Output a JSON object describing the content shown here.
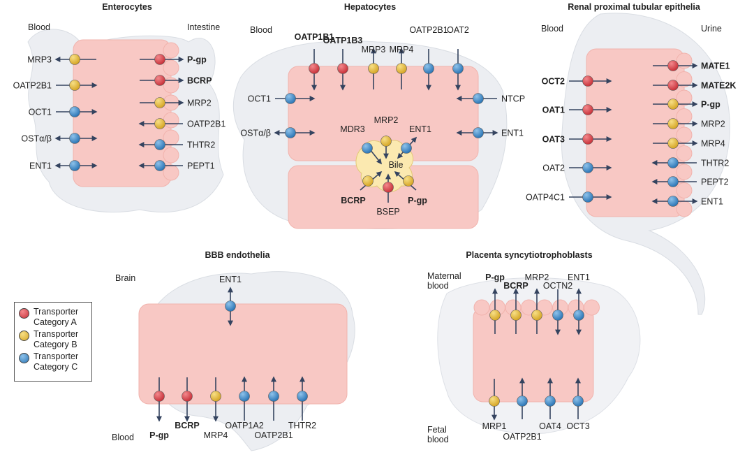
{
  "colors": {
    "cell": "#f8c8c4",
    "cell_stroke": "#f1b3ad",
    "organ": "#e6e9ee",
    "organ_stroke": "#cfd5dd",
    "arrow": "#34435f",
    "category_a": "#d9434a",
    "category_b": "#e7bd3c",
    "category_c": "#3c8bcb",
    "bile": "#fbe9b0"
  },
  "legend": {
    "items": [
      {
        "label": "Transporter Category A",
        "color": "#d9434a"
      },
      {
        "label": "Transporter Category B",
        "color": "#e7bd3c"
      },
      {
        "label": "Transporter Category C",
        "color": "#3c8bcb"
      }
    ]
  },
  "panels": {
    "enterocytes": {
      "title": "Enterocytes",
      "left": "Blood",
      "right": "Intestine",
      "left_transporters": [
        {
          "name": "MRP3",
          "cat": "B",
          "dir": "out",
          "bold": false
        },
        {
          "name": "OATP2B1",
          "cat": "B",
          "dir": "in",
          "bold": false
        },
        {
          "name": "OCT1",
          "cat": "C",
          "dir": "in",
          "bold": false
        },
        {
          "name": "OSTα/β",
          "cat": "C",
          "dir": "both",
          "bold": false
        },
        {
          "name": "ENT1",
          "cat": "C",
          "dir": "both",
          "bold": false
        }
      ],
      "right_transporters": [
        {
          "name": "P-gp",
          "cat": "A",
          "dir": "out",
          "bold": true
        },
        {
          "name": "BCRP",
          "cat": "A",
          "dir": "out",
          "bold": true
        },
        {
          "name": "MRP2",
          "cat": "B",
          "dir": "out",
          "bold": false
        },
        {
          "name": "OATP2B1",
          "cat": "B",
          "dir": "in",
          "bold": false
        },
        {
          "name": "THTR2",
          "cat": "C",
          "dir": "in",
          "bold": false
        },
        {
          "name": "PEPT1",
          "cat": "C",
          "dir": "in",
          "bold": false
        }
      ]
    },
    "hepatocytes": {
      "title": "Hepatocytes",
      "left": "Blood",
      "bile": "Bile",
      "top_transporters": [
        {
          "name": "OATP1B1",
          "cat": "A",
          "dir": "in",
          "bold": true
        },
        {
          "name": "OATP1B3",
          "cat": "A",
          "dir": "in",
          "bold": true
        },
        {
          "name": "MRP3",
          "cat": "B",
          "dir": "out",
          "bold": false
        },
        {
          "name": "MRP4",
          "cat": "B",
          "dir": "out",
          "bold": false
        },
        {
          "name": "OATP2B1",
          "cat": "C",
          "dir": "in",
          "bold": false
        },
        {
          "name": "OAT2",
          "cat": "C",
          "dir": "in",
          "bold": false
        }
      ],
      "side_transporters": [
        {
          "name": "OCT1",
          "cat": "C",
          "dir": "in",
          "bold": false
        },
        {
          "name": "OSTα/β",
          "cat": "C",
          "dir": "both",
          "bold": false
        },
        {
          "name": "NTCP",
          "cat": "C",
          "dir": "in",
          "bold": false
        },
        {
          "name": "ENT1",
          "cat": "C",
          "dir": "both",
          "bold": false
        }
      ],
      "canalicular_transporters": [
        {
          "name": "MDR3",
          "cat": "C",
          "bold": false
        },
        {
          "name": "MRP2",
          "cat": "B",
          "bold": false
        },
        {
          "name": "ENT1",
          "cat": "C",
          "bold": false
        },
        {
          "name": "BCRP",
          "cat": "B",
          "bold": true
        },
        {
          "name": "BSEP",
          "cat": "A",
          "bold": false
        },
        {
          "name": "P-gp",
          "cat": "B",
          "bold": true
        }
      ]
    },
    "renal": {
      "title": "Renal proximal tubular epithelia",
      "left": "Blood",
      "right": "Urine",
      "left_transporters": [
        {
          "name": "OCT2",
          "cat": "A",
          "dir": "in",
          "bold": true
        },
        {
          "name": "OAT1",
          "cat": "A",
          "dir": "in",
          "bold": true
        },
        {
          "name": "OAT3",
          "cat": "A",
          "dir": "in",
          "bold": true
        },
        {
          "name": "OAT2",
          "cat": "C",
          "dir": "in",
          "bold": false
        },
        {
          "name": "OATP4C1",
          "cat": "C",
          "dir": "in",
          "bold": false
        }
      ],
      "right_transporters": [
        {
          "name": "MATE1",
          "cat": "A",
          "dir": "out",
          "bold": true
        },
        {
          "name": "MATE2K",
          "cat": "A",
          "dir": "out",
          "bold": true
        },
        {
          "name": "P-gp",
          "cat": "B",
          "dir": "out",
          "bold": true
        },
        {
          "name": "MRP2",
          "cat": "B",
          "dir": "out",
          "bold": false
        },
        {
          "name": "MRP4",
          "cat": "B",
          "dir": "out",
          "bold": false
        },
        {
          "name": "THTR2",
          "cat": "C",
          "dir": "in",
          "bold": false
        },
        {
          "name": "PEPT2",
          "cat": "C",
          "dir": "in",
          "bold": false
        },
        {
          "name": "ENT1",
          "cat": "C",
          "dir": "both",
          "bold": false
        }
      ]
    },
    "bbb": {
      "title": "BBB endothelia",
      "top": "Brain",
      "bottom": "Blood",
      "top_transporters": [
        {
          "name": "ENT1",
          "cat": "C",
          "dir": "both",
          "bold": false
        }
      ],
      "bottom_transporters": [
        {
          "name": "P-gp",
          "cat": "A",
          "dir": "out",
          "bold": true
        },
        {
          "name": "BCRP",
          "cat": "A",
          "dir": "out",
          "bold": true
        },
        {
          "name": "MRP4",
          "cat": "B",
          "dir": "out",
          "bold": false
        },
        {
          "name": "OATP1A2",
          "cat": "C",
          "dir": "in",
          "bold": false
        },
        {
          "name": "OATP2B1",
          "cat": "C",
          "dir": "in",
          "bold": false
        },
        {
          "name": "THTR2",
          "cat": "C",
          "dir": "in",
          "bold": false
        }
      ]
    },
    "placenta": {
      "title": "Placenta syncytiotrophoblasts",
      "top": "Maternal blood",
      "bottom": "Fetal blood",
      "top_transporters": [
        {
          "name": "P-gp",
          "cat": "B",
          "dir": "out",
          "bold": true
        },
        {
          "name": "BCRP",
          "cat": "B",
          "dir": "out",
          "bold": true
        },
        {
          "name": "MRP2",
          "cat": "B",
          "dir": "out",
          "bold": false
        },
        {
          "name": "OCTN2",
          "cat": "C",
          "dir": "in",
          "bold": false
        },
        {
          "name": "ENT1",
          "cat": "C",
          "dir": "both",
          "bold": false
        }
      ],
      "bottom_transporters": [
        {
          "name": "MRP1",
          "cat": "B",
          "dir": "out",
          "bold": false
        },
        {
          "name": "OATP2B1",
          "cat": "C",
          "dir": "in",
          "bold": false
        },
        {
          "name": "OAT4",
          "cat": "C",
          "dir": "in",
          "bold": false
        },
        {
          "name": "OCT3",
          "cat": "C",
          "dir": "in",
          "bold": false
        }
      ]
    }
  }
}
